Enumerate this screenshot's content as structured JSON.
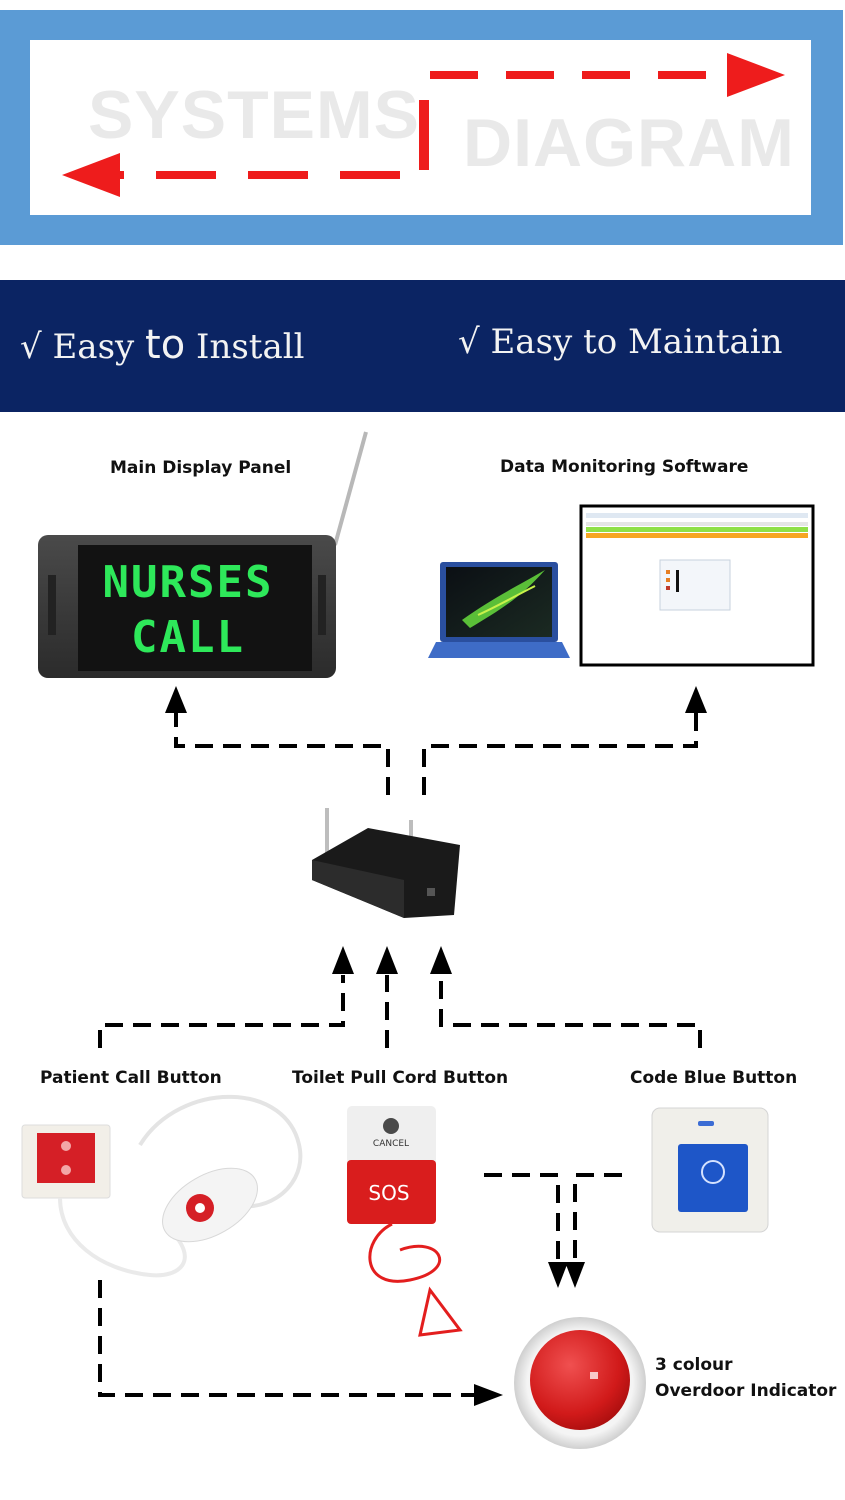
{
  "banner": {
    "word1": "SYSTEMS",
    "word2": "DIAGRAM"
  },
  "taglines": {
    "left": {
      "check": "√",
      "pre": "Easy ",
      "to": "to",
      "post": " Install"
    },
    "right": {
      "check": "√",
      "text": "Easy to Maintain"
    }
  },
  "devices": {
    "main_display": {
      "label": "Main Display Panel",
      "screen_line1": "NURSES",
      "screen_line2": "CALL"
    },
    "software": {
      "label": "Data Monitoring Software"
    },
    "patient_call": {
      "label": "Patient Call Button"
    },
    "toilet_cord": {
      "label": "Toilet Pull Cord Button",
      "cancel": "CANCEL",
      "sos": "SOS"
    },
    "code_blue": {
      "label": "Code Blue Button"
    },
    "overdoor": {
      "label_line1": "3 colour",
      "label_line2": "Overdoor Indicator"
    }
  },
  "colors": {
    "banner_blue": "#5b9bd5",
    "navy": "#0b2463",
    "arrow_red": "#ee1c1c",
    "led_green": "#2ee85a",
    "code_blue": "#1e56c8"
  }
}
